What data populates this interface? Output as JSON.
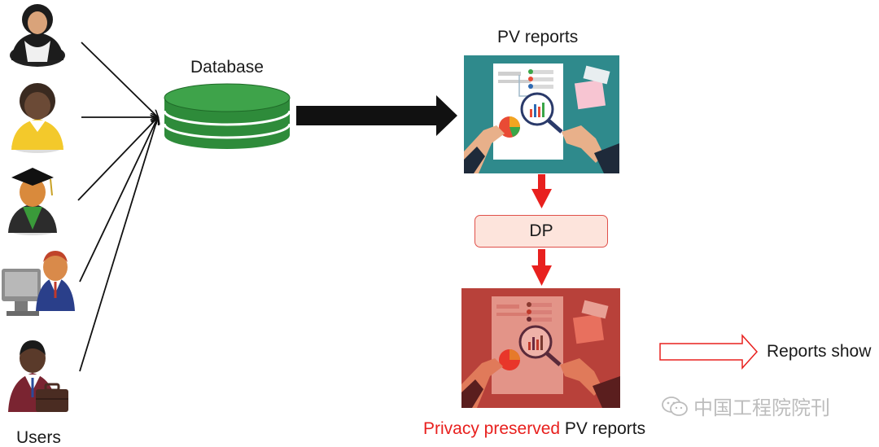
{
  "labels": {
    "database": "Database",
    "pv_reports": "PV reports",
    "dp": "DP",
    "privacy_red": "Privacy preserved",
    "privacy_rest": " PV reports",
    "reports_show": "Reports show",
    "users": "Users"
  },
  "watermark": {
    "text": "中国工程院院刊",
    "icon": "wechat-icon"
  },
  "users": [
    {
      "icon": "user-hijab-icon"
    },
    {
      "icon": "user-yellow-shirt-icon"
    },
    {
      "icon": "user-graduate-icon"
    },
    {
      "icon": "user-computer-icon"
    },
    {
      "icon": "user-briefcase-icon"
    }
  ],
  "colors": {
    "database_green": "#2e8b3a",
    "arrow_black": "#111111",
    "arrow_red": "#e8201e",
    "report_bg": "#2f8a8c",
    "privacy_red": "#e8201e"
  }
}
